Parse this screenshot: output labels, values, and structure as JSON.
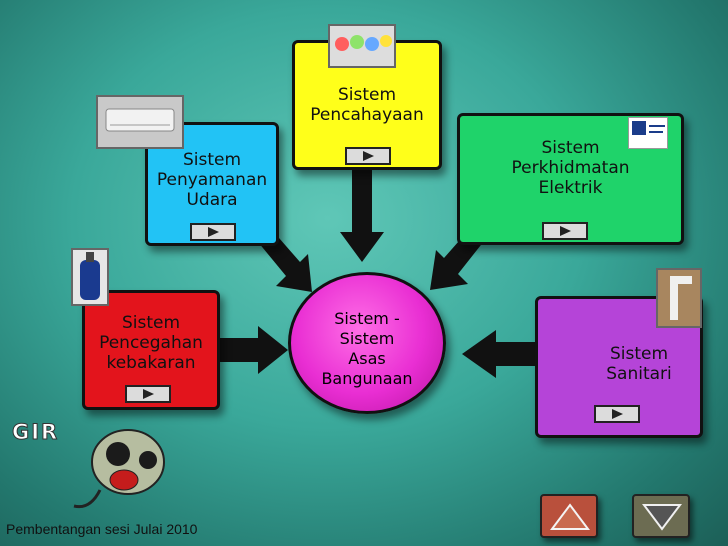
{
  "center": {
    "label": "Sistem  -\nSistem\nAsas\nBangunaan"
  },
  "nodes": {
    "pencahayaan": {
      "label": "Sistem\nPencahayaan",
      "color": "#ffff1a"
    },
    "penyamanan": {
      "label": "Sistem\nPenyamanan\nUdara",
      "color": "#22c3f5"
    },
    "perkhidmatan": {
      "label": "Sistem\nPerkhidmatan\nElektrik",
      "color": "#1fd36a"
    },
    "pencegahan": {
      "label": "Sistem\nPencegahan\nkebakaran",
      "color": "#e3141c"
    },
    "sanitari": {
      "label": "Sistem\nSanitari",
      "color": "#b544d8"
    }
  },
  "mascot": {
    "label": "GIR"
  },
  "footer": {
    "text": "Pembentangan sesi Julai 2010"
  },
  "icons": {
    "play": "play-icon",
    "prev": "triangle-up-icon",
    "next": "triangle-down-icon"
  }
}
